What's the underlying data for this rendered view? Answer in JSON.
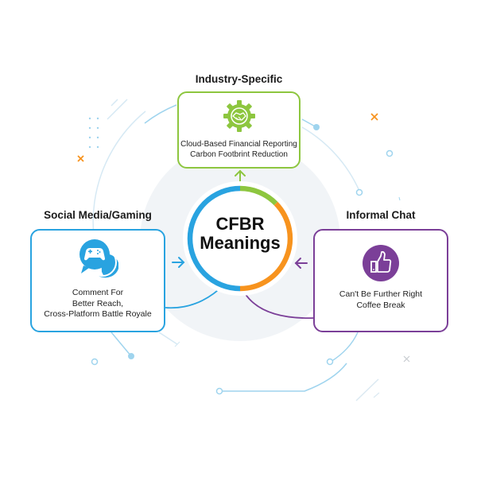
{
  "diagram": {
    "center": {
      "title_line1": "CFBR",
      "title_line2": "Meanings",
      "ring_colors": {
        "left": "#29a3e0",
        "top_right": "#8dc63f",
        "bottom_right": "#f7931e"
      }
    },
    "categories": [
      {
        "id": "industry",
        "title": "Industry-Specific",
        "icon": "gear-handshake-icon",
        "color": "#8dc63f",
        "meanings": [
          "Cloud-Based Financial Reporting",
          "Carbon Footbrint Reduction"
        ]
      },
      {
        "id": "social",
        "title": "Social Media/Gaming",
        "icon": "chat-gamepad-icon",
        "color": "#29a3e0",
        "meanings": [
          "Comment For",
          "Better Reach,",
          "Cross-Platform Battle Royale"
        ]
      },
      {
        "id": "informal",
        "title": "Informal Chat",
        "icon": "thumbs-up-icon",
        "color": "#7b3f98",
        "meanings": [
          "Can't Be Further Right",
          "Coffee Break"
        ]
      }
    ],
    "accent_colors": {
      "orange": "#f7931e",
      "light_blue": "#9fd4ee",
      "bg_disc": "#f1f4f7"
    }
  }
}
